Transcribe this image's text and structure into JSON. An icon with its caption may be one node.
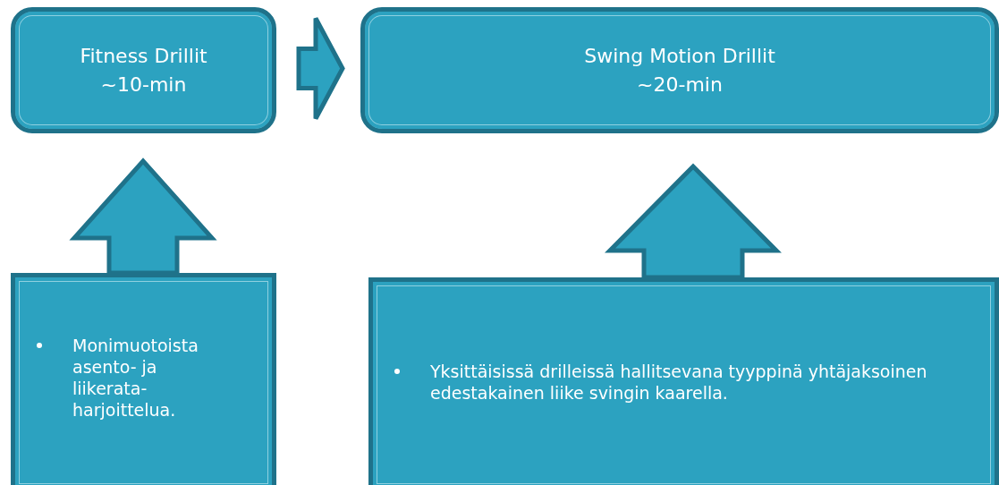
{
  "diagram": {
    "nodes": [
      {
        "text": [
          "Fitness Drillit",
          "~10-min"
        ]
      },
      {
        "text": [
          "Swing Motion Drillit",
          "~20-min"
        ]
      },
      {
        "text": [
          "Monimuotoista asento- ja liikerata- harjoittelua."
        ]
      },
      {
        "text": [
          "Yksittäisissä drilleissä hallitsevana tyyppinä yhtäjaksoinen edestakainen liike svingin kaarella."
        ]
      }
    ],
    "edges": [
      {
        "from": 0,
        "to": 1,
        "arrow": "to"
      },
      {
        "from": 2,
        "to": 0,
        "arrow": "to"
      },
      {
        "from": 3,
        "to": 1,
        "arrow": "to"
      }
    ]
  }
}
